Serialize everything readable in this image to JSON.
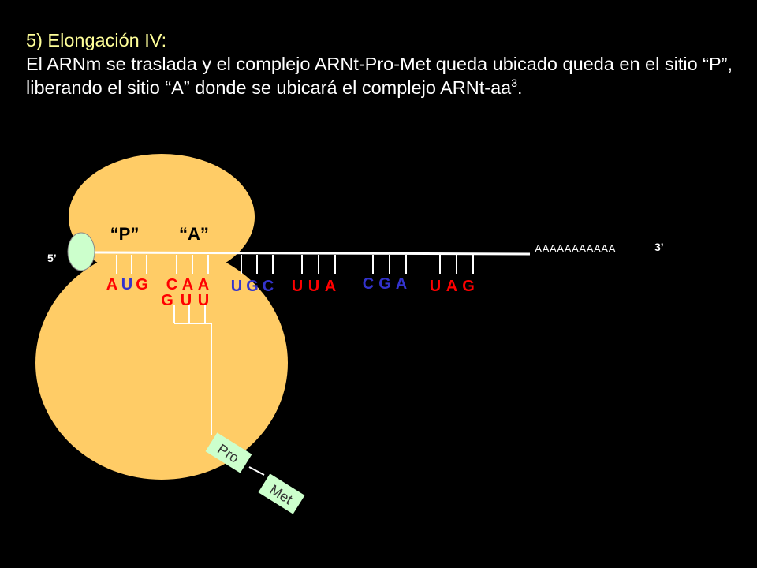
{
  "slide": {
    "heading": "5) Elongación IV:",
    "body_main": "El ARNm se traslada y el complejo ARNt-Pro-Met queda ubicado queda en el sitio “P”, liberando el sitio “A” donde se ubicará el complejo ARNt-aa",
    "body_sup": "3",
    "body_end": "."
  },
  "diagram": {
    "site_p": "“P”",
    "site_a": "“A”",
    "label_5prime": "5’",
    "label_3prime": "3’",
    "poly_a": "AAAAAAAAAAA",
    "codons": [
      {
        "bases": [
          "A",
          "U",
          "G"
        ],
        "colors": [
          "#ff0000",
          "#3333cc",
          "#ff0000"
        ]
      },
      {
        "bases": [
          "C",
          "A",
          "A"
        ],
        "colors": [
          "#ff0000",
          "#ff0000",
          "#ff0000"
        ]
      },
      {
        "bases": [
          "U",
          "G",
          "C"
        ],
        "colors": [
          "#3333cc",
          "#3333cc",
          "#3333cc"
        ]
      },
      {
        "bases": [
          "U",
          "U",
          "A"
        ],
        "colors": [
          "#ff0000",
          "#ff0000",
          "#ff0000"
        ]
      },
      {
        "bases": [
          "C",
          "G",
          "A"
        ],
        "colors": [
          "#3333cc",
          "#3333cc",
          "#3333cc"
        ]
      },
      {
        "bases": [
          "U",
          "A",
          "G"
        ],
        "colors": [
          "#ff0000",
          "#ff0000",
          "#ff0000"
        ]
      }
    ],
    "anticodon": {
      "bases": [
        "G",
        "U",
        "U"
      ],
      "color": "#ff0000"
    },
    "amino_acids": [
      "Pro",
      "Met"
    ]
  },
  "colors": {
    "background": "#000000",
    "ribosome": "#ffcc66",
    "heading": "#ffff99",
    "body_text": "#ffffff",
    "cap": "#ccffcc",
    "amino_box": "#ccffcc",
    "base_red": "#ff0000",
    "base_blue": "#3333cc"
  }
}
